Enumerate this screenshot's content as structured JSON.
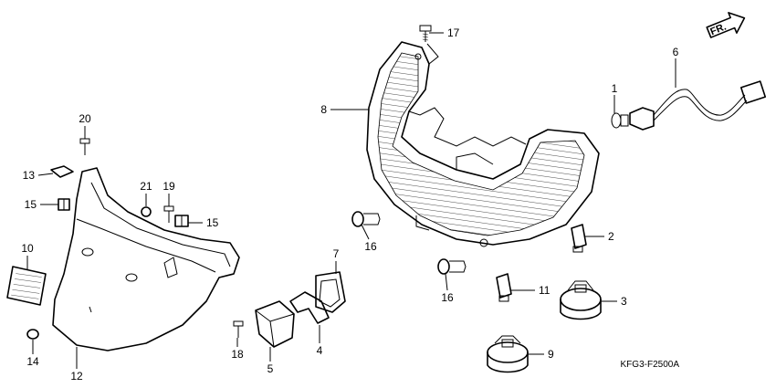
{
  "diagram": {
    "code": "KFG3-F2500A",
    "direction_label": "FR.",
    "callouts": [
      {
        "id": "c1",
        "label": "1"
      },
      {
        "id": "c2",
        "label": "2"
      },
      {
        "id": "c3",
        "label": "3"
      },
      {
        "id": "c4",
        "label": "4"
      },
      {
        "id": "c5",
        "label": "5"
      },
      {
        "id": "c6",
        "label": "6"
      },
      {
        "id": "c7",
        "label": "7"
      },
      {
        "id": "c8",
        "label": "8"
      },
      {
        "id": "c9",
        "label": "9"
      },
      {
        "id": "c10",
        "label": "10"
      },
      {
        "id": "c11",
        "label": "11"
      },
      {
        "id": "c12",
        "label": "12"
      },
      {
        "id": "c13",
        "label": "13"
      },
      {
        "id": "c14",
        "label": "14"
      },
      {
        "id": "c15a",
        "label": "15"
      },
      {
        "id": "c15b",
        "label": "15"
      },
      {
        "id": "c16a",
        "label": "16"
      },
      {
        "id": "c16b",
        "label": "16"
      },
      {
        "id": "c17",
        "label": "17"
      },
      {
        "id": "c18",
        "label": "18"
      },
      {
        "id": "c19",
        "label": "19"
      },
      {
        "id": "c20",
        "label": "20"
      },
      {
        "id": "c21",
        "label": "21"
      }
    ]
  }
}
